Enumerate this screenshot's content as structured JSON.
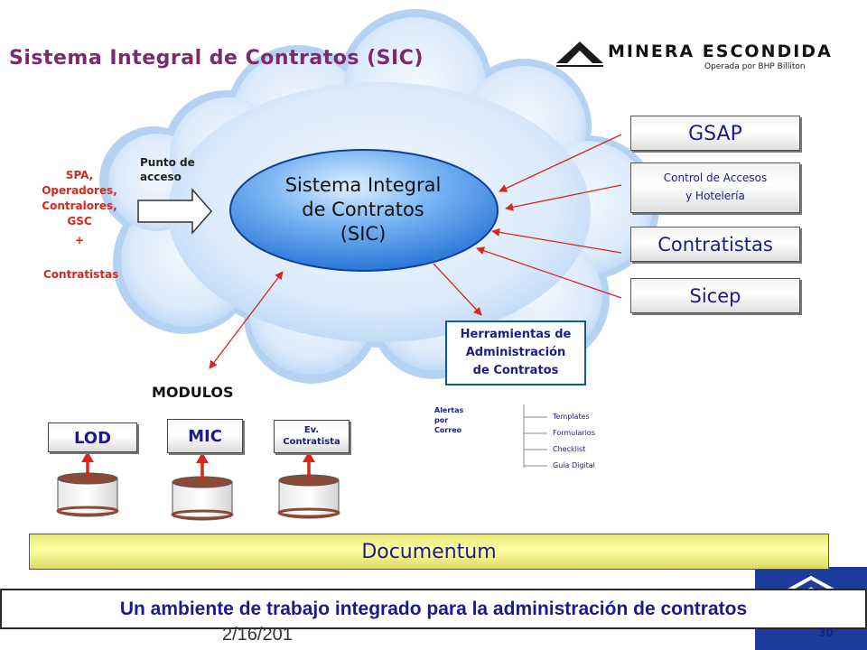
{
  "title": "Sistema Integral de Contratos (SIC)",
  "logo": {
    "name": "MINERA ESCONDIDA",
    "subtitle": "Operada por BHP Billiton"
  },
  "left": {
    "users_lines": [
      "SPA,",
      "Operadores,",
      "Contralores,",
      "GSC"
    ],
    "plus": "+",
    "contratistas": "Contratistas",
    "access_lines": [
      "Punto de",
      "acceso"
    ]
  },
  "center": {
    "lines": [
      "Sistema Integral",
      "de Contratos",
      "(SIC)"
    ]
  },
  "right_systems": {
    "gsap": "GSAP",
    "control_lines": [
      "Control de Accesos",
      "y Hotelería"
    ],
    "contratistas": "Contratistas",
    "sicep": "Sicep"
  },
  "herramientas": {
    "lines": [
      "Herramientas de",
      "Administración",
      "de Contratos"
    ],
    "alertas_lines": [
      "Alertas",
      "por",
      "Correo"
    ],
    "items": [
      "Templates",
      "Formularios",
      "Checklist",
      "Guía Digital"
    ]
  },
  "modulos": {
    "label": "MODULOS",
    "lod": "LOD",
    "mic": "MIC",
    "ev_lines": [
      "Ev.",
      "Contratista"
    ]
  },
  "documentum": "Documentum",
  "banner": "Un ambiente de trabajo integrado para la administración de contratos",
  "footer": {
    "date": "2/16/201",
    "page": "30"
  },
  "colors": {
    "cloud_fill": "#c3dcf7",
    "cloud_inner": "#e6f1fd",
    "ellipse": "#3b86e6",
    "arrow": "#d8261c",
    "navy": "#1b1b8c",
    "title": "#7a2a6e",
    "documentum": "#ffff99",
    "corner": "#1b3c9c"
  }
}
